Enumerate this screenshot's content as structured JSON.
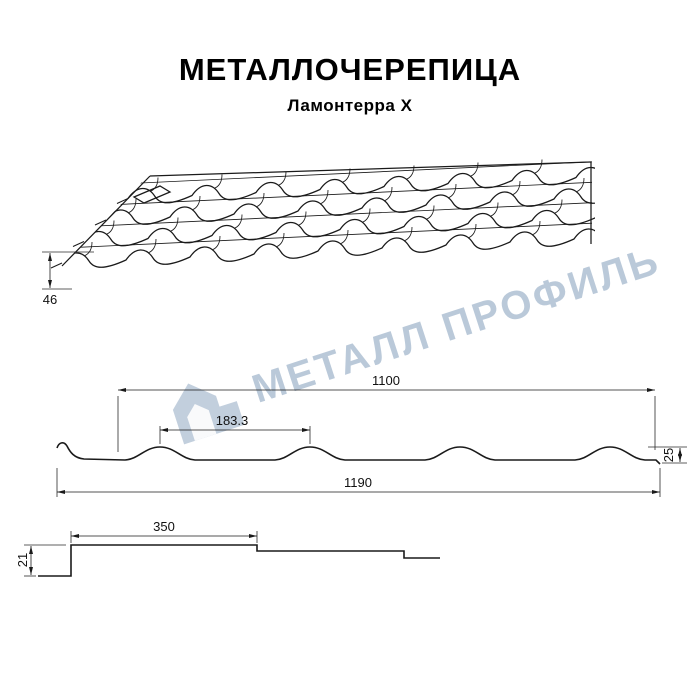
{
  "title": "МЕТАЛЛОЧЕРЕПИЦА",
  "subtitle": "Ламонтерра X",
  "watermark": {
    "text": "МЕТАЛЛ ПРОФИЛЬ"
  },
  "dimensions": {
    "step_height": "46",
    "working_width": "1100",
    "wave_pitch": "183.3",
    "profile_height": "25",
    "full_width": "1190",
    "module_length": "350",
    "step_depth": "21"
  },
  "colors": {
    "line": "#1a1a1a",
    "watermark": "#afc0d3",
    "background": "#ffffff"
  }
}
